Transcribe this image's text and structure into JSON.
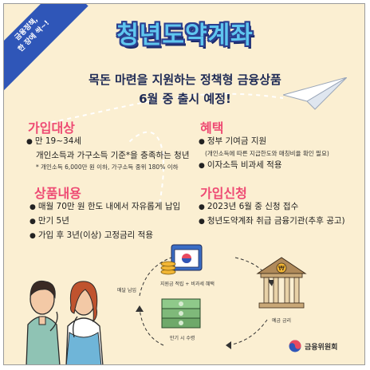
{
  "ribbon": {
    "line1": "금융정책,",
    "line2": "한 장에 싹~!"
  },
  "title": "청년도약계좌",
  "subtitle1": "목돈 마련을 지원하는 정책형 금융상품",
  "subtitle2": "6월 중 출시 예정!",
  "eligibility": {
    "heading": "가입대상",
    "items": [
      "만 19~34세",
      "개인소득과 가구소득 기준*을 충족하는 청년"
    ],
    "note": "* 개인소득 6,000만 원 이하, 가구소득 중위 180% 이하"
  },
  "benefits": {
    "heading": "혜택",
    "items": [
      "정부 기여금 지원",
      "이자소득 비과세 적용"
    ],
    "note": "(개인소득에 따른 지급한도와 매칭비율 확인 필요)"
  },
  "product": {
    "heading": "상품내용",
    "items": [
      "매월 70만 원 한도 내에서 자유롭게 납입",
      "만기 5년",
      "가입 후 3년(이상) 고정금리 적용"
    ]
  },
  "apply": {
    "heading": "가입신청",
    "items": [
      "2023년 6월 중 신청 접수",
      "청년도약계좌 취급 금융기관(추후 공고)"
    ]
  },
  "flow": {
    "deposit": "매달 납입",
    "contribution": "지원금 적립 + 비과세 혜택",
    "interest": "예금 금리",
    "maturity": "만기 시 수령"
  },
  "logo": {
    "name": "금융위원회"
  },
  "colors": {
    "title": "#5fc6ef",
    "accent": "#ee4a73",
    "navy": "#1e2a55",
    "ribbon": "#2f56b8",
    "background": "#fbefd2"
  }
}
